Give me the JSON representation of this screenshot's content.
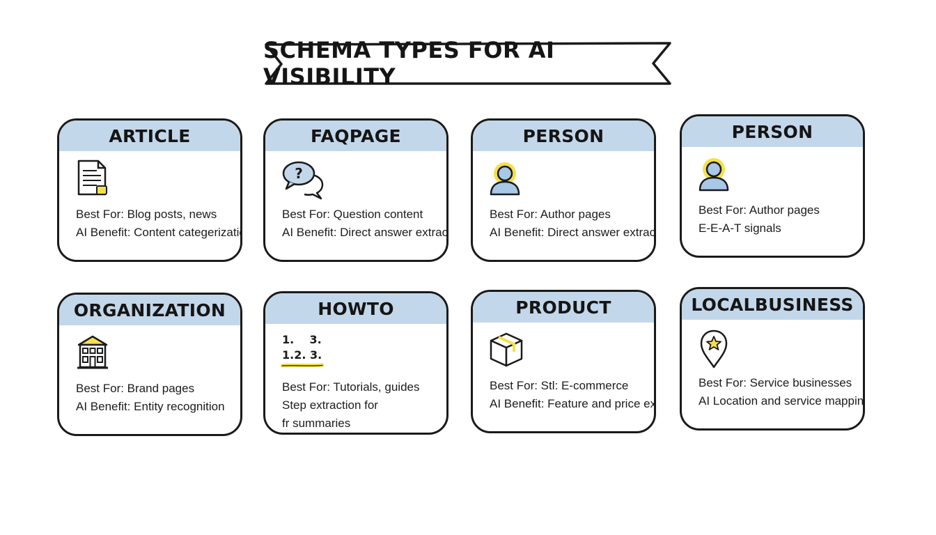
{
  "banner": {
    "title": "SCHEMA TYPES FOR AI VISIBILITY"
  },
  "colors": {
    "header_fill": "#c3d7ea",
    "accent_yellow": "#f6e04a",
    "outline": "#1a1a1a",
    "icon_blue": "#a9c7e6"
  },
  "cards": [
    {
      "title": "ARTICLE",
      "icon": "document-icon",
      "lines": [
        "Best For: Blog posts, news",
        "AI Benefit: Content categerization"
      ]
    },
    {
      "title": "FAQPAGE",
      "icon": "speech-bubbles-question-icon",
      "lines": [
        "Best For: Question content",
        "AI Benefit: Direct answer extraction"
      ]
    },
    {
      "title": "PERSON",
      "icon": "person-icon",
      "lines": [
        "Best For: Author pages",
        "AI Benefit: Direct answer extraction"
      ]
    },
    {
      "title": "PERSON",
      "icon": "person-icon",
      "lines": [
        "Best For: Author pages",
        "E-E-A-T signals"
      ]
    },
    {
      "title": "ORGANIZATION",
      "icon": "building-icon",
      "lines": [
        "Best For: Brand pages",
        "AI Benefit: Entity recognition"
      ]
    },
    {
      "title": "HOWTO",
      "icon": "numbered-steps-icon",
      "steps": {
        "row1": "1.    3.",
        "row2": "1.2. 3."
      },
      "lines": [
        "Best For: Tutorials, guides",
        "Step extraction for",
        "fr summaries"
      ]
    },
    {
      "title": "PRODUCT",
      "icon": "box-icon",
      "lines": [
        "Best For: Stl: E-commerce",
        "AI Benefit: Feature and price extraction"
      ]
    },
    {
      "title": "LOCALBUSINESS",
      "icon": "map-pin-star-icon",
      "lines": [
        "Best For: Service businesses",
        "AI Location and service mapping"
      ]
    }
  ]
}
